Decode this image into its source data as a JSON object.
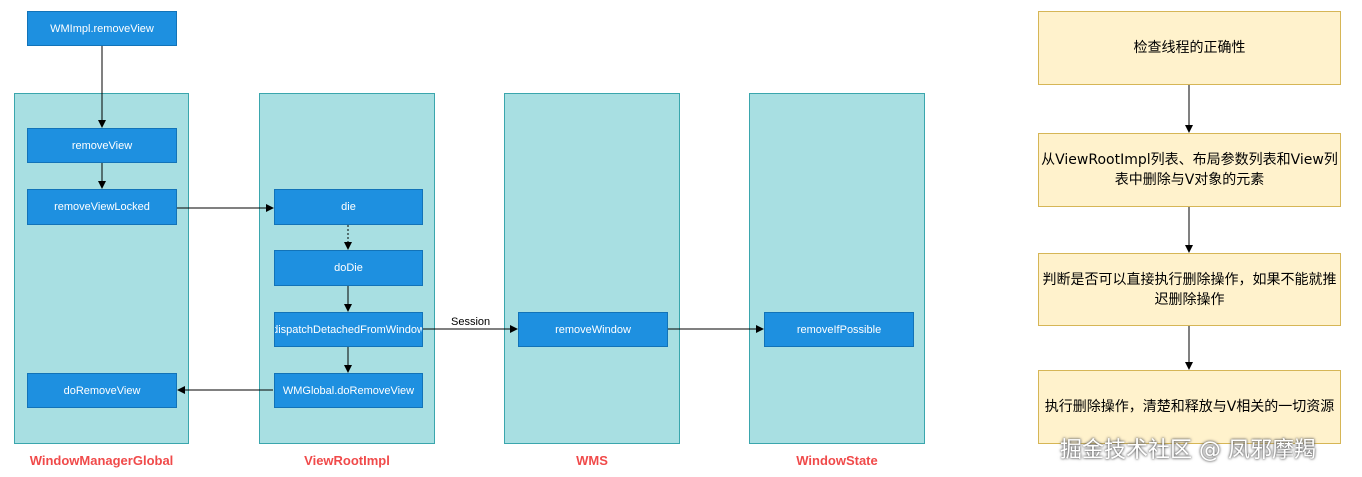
{
  "lanes": {
    "window_manager_global": "WindowManagerGlobal",
    "view_root_impl": "ViewRootImpl",
    "wms": "WMS",
    "window_state": "WindowState"
  },
  "nodes": {
    "wmimpl_remove_view": "WMImpl.removeView",
    "remove_view": "removeView",
    "remove_view_locked": "removeViewLocked",
    "do_remove_view": "doRemoveView",
    "die": "die",
    "do_die": "doDie",
    "dispatch_detached": "dispatchDetachedFromWindow",
    "wmglobal_do_remove_view": "WMGlobal.doRemoveView",
    "remove_window": "removeWindow",
    "remove_if_possible": "removeIfPossible"
  },
  "edge_labels": {
    "session": "Session"
  },
  "steps": [
    "检查线程的正确性",
    "从ViewRootImpl列表、布局参数列表和View列表中删除与V对象的元素",
    "判断是否可以直接执行删除操作，如果不能就推迟删除操作",
    "执行删除操作，清楚和释放与V相关的一切资源"
  ],
  "watermark": "掘金技术社区 @ 凤邪摩羯",
  "colors": {
    "lane_fill": "#a8dfe2",
    "node_fill": "#1e90e0",
    "lane_title": "#f04a4a",
    "step_fill": "#fff2cc",
    "step_border": "#d6b656"
  }
}
